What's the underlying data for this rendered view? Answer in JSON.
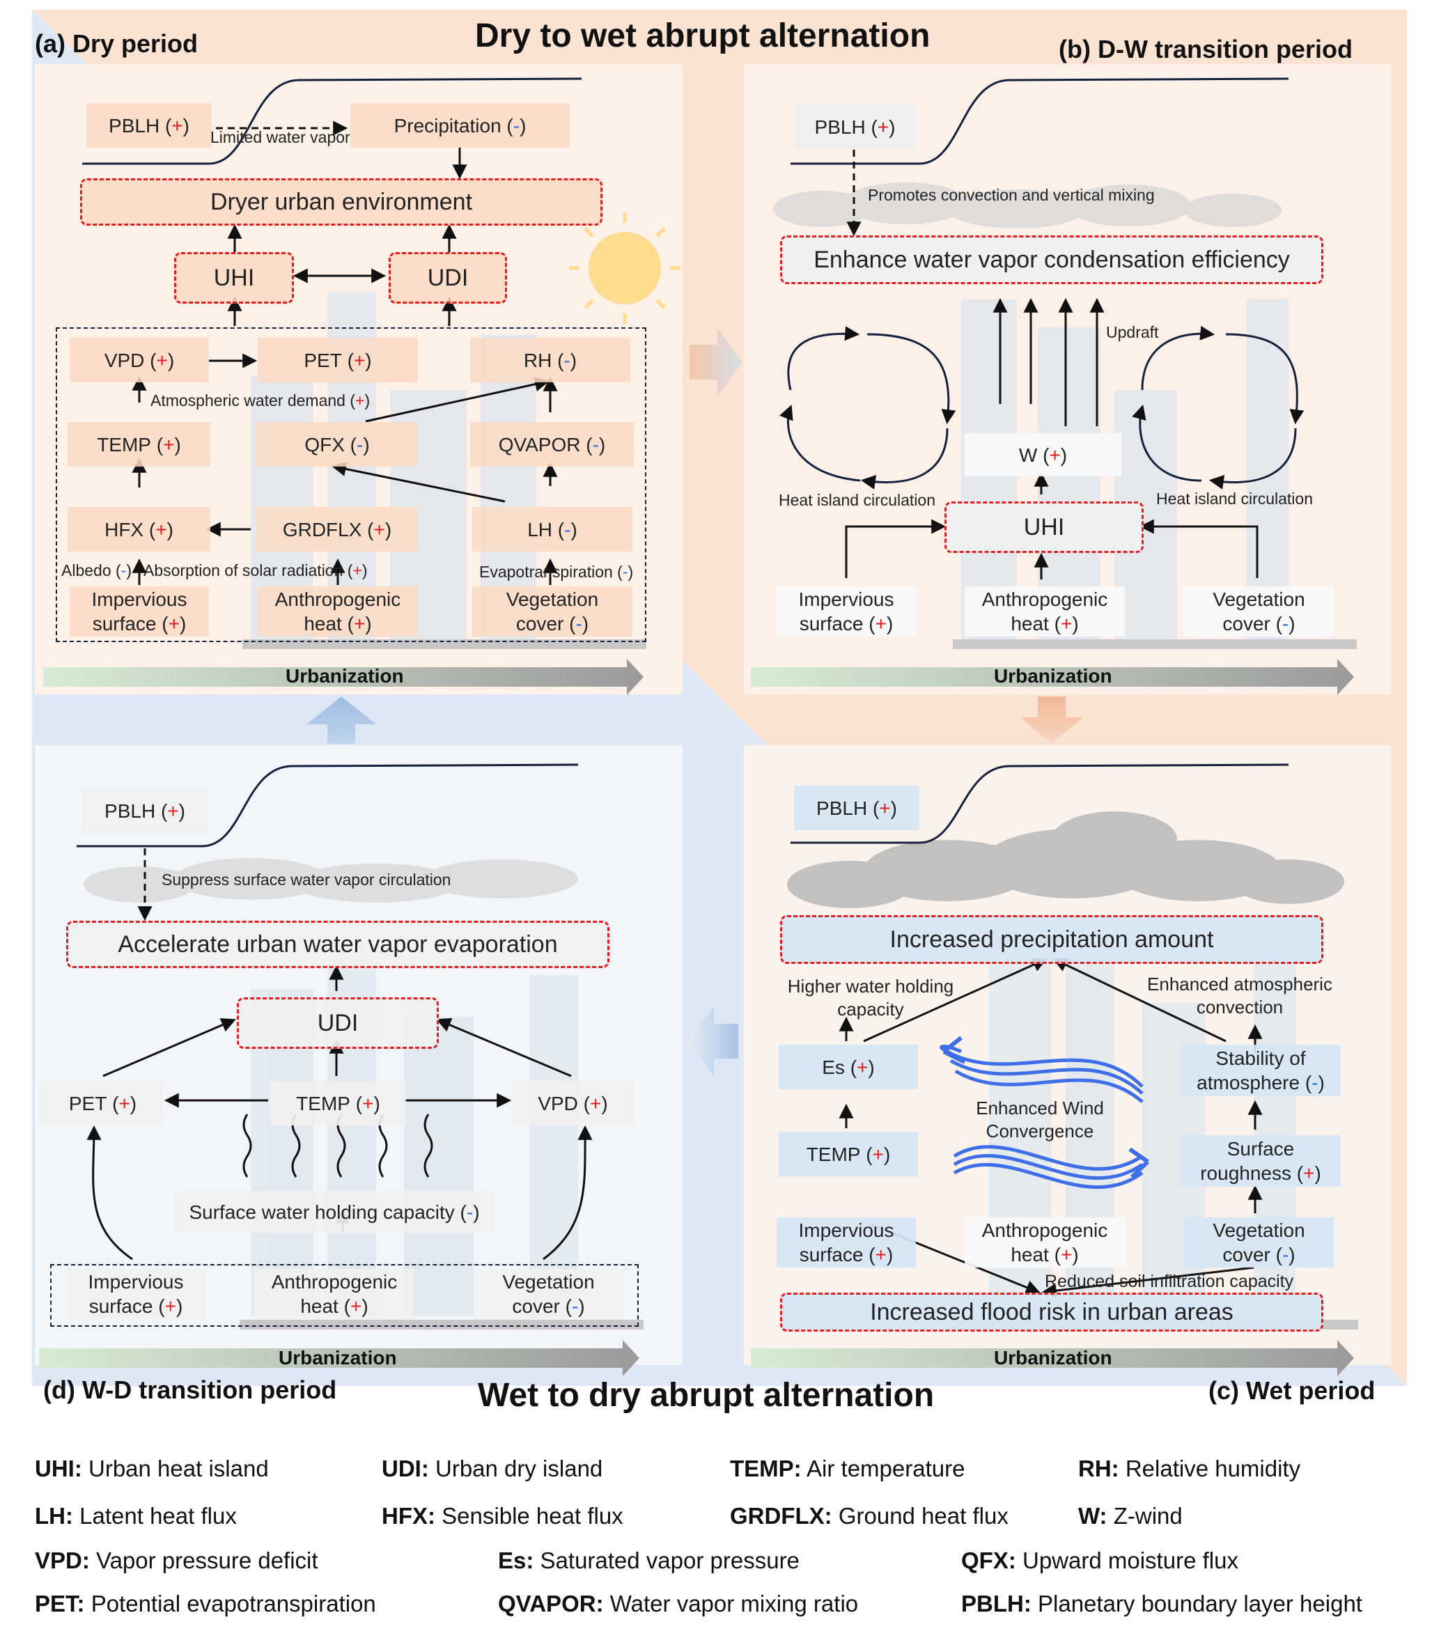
{
  "titles": {
    "top": "Dry to wet abrupt alternation",
    "bottom": "Wet to dry abrupt alternation"
  },
  "panels": {
    "a": {
      "title": "(a) Dry period",
      "pblh": "PBLH",
      "precipitation": "Precipitation",
      "limited_water_vapor": "Limited water vapor",
      "dryer_env": "Dryer urban environment",
      "uhi": "UHI",
      "udi": "UDI",
      "vpd": "VPD",
      "pet": "PET",
      "rh": "RH",
      "atm_water_demand": "Atmospheric water demand",
      "temp": "TEMP",
      "qfx": "QFX",
      "qvapor": "QVAPOR",
      "hfx": "HFX",
      "grdflx": "GRDFLX",
      "lh": "LH",
      "albedo": "Albedo",
      "absorption": "Absorption of solar radiation",
      "evapotranspiration": "Evapotranspiration",
      "impervious_1": "Impervious",
      "impervious_2": "surface",
      "anthro_1": "Anthropogenic",
      "anthro_2": "heat",
      "veg_1": "Vegetation",
      "veg_2": "cover",
      "urbanization": "Urbanization"
    },
    "b": {
      "title": "(b) D-W transition period",
      "pblh": "PBLH",
      "promotes": "Promotes convection and vertical mixing",
      "enhance": "Enhance water vapor condensation efficiency",
      "updraft": "Updraft",
      "w": "W",
      "uhi": "UHI",
      "heat_island_left": "Heat island circulation",
      "heat_island_right": "Heat island circulation",
      "impervious_1": "Impervious",
      "impervious_2": "surface",
      "anthro_1": "Anthropogenic",
      "anthro_2": "heat",
      "veg_1": "Vegetation",
      "veg_2": "cover",
      "urbanization": "Urbanization"
    },
    "c": {
      "title": "(c) Wet period",
      "pblh": "PBLH",
      "increased_precip": "Increased precipitation amount",
      "higher_whc_1": "Higher water holding",
      "higher_whc_2": "capacity",
      "enhanced_conv_1": "Enhanced atmospheric",
      "enhanced_conv_2": "convection",
      "es": "Es",
      "stability_1": "Stability of",
      "stability_2": "atmosphere",
      "enhanced_wind_1": "Enhanced Wind",
      "enhanced_wind_2": "Convergence",
      "temp": "TEMP",
      "surface_rough_1": "Surface",
      "surface_rough_2": "roughness",
      "impervious_1": "Impervious",
      "impervious_2": "surface",
      "anthro_1": "Anthropogenic",
      "anthro_2": "heat",
      "veg_1": "Vegetation",
      "veg_2": "cover",
      "reduced_soil": "Reduced soil infiltration capacity",
      "flood": "Increased flood risk in urban areas",
      "urbanization": "Urbanization"
    },
    "d": {
      "title": "(d) W-D transition period",
      "pblh": "PBLH",
      "suppress": "Suppress surface water vapor circulation",
      "accelerate": "Accelerate urban water vapor evaporation",
      "udi": "UDI",
      "pet": "PET",
      "temp": "TEMP",
      "vpd": "VPD",
      "surface_whc": "Surface water holding capacity",
      "impervious_1": "Impervious",
      "impervious_2": "surface",
      "anthro_1": "Anthropogenic",
      "anthro_2": "heat",
      "veg_1": "Vegetation",
      "veg_2": "cover",
      "urbanization": "Urbanization"
    }
  },
  "signs": {
    "plus": "(+)",
    "minus": "(-)",
    "open": "(",
    "close": ")",
    "p": "+",
    "m": "-"
  },
  "legend": {
    "uhi_k": "UHI:",
    "uhi_v": "Urban heat island",
    "udi_k": "UDI:",
    "udi_v": "Urban dry island",
    "temp_k": "TEMP:",
    "temp_v": "Air temperature",
    "rh_k": "RH:",
    "rh_v": "Relative humidity",
    "lh_k": "LH:",
    "lh_v": "Latent heat flux",
    "hfx_k": "HFX:",
    "hfx_v": "Sensible heat flux",
    "grd_k": "GRDFLX:",
    "grd_v": "Ground heat flux",
    "w_k": "W:",
    "w_v": "Z-wind",
    "vpd_k": "VPD:",
    "vpd_v": "Vapor pressure deficit",
    "es_k": "Es:",
    "es_v": "Saturated vapor pressure",
    "qfx_k": "QFX:",
    "qfx_v": "Upward moisture flux",
    "pet_k": "PET:",
    "pet_v": "Potential evapotranspiration",
    "qv_k": "QVAPOR:",
    "qv_v": "Water vapor mixing ratio",
    "pblh_k": "PBLH:",
    "pblh_v": "Planetary boundary layer height"
  },
  "colors": {
    "warm_bg": "#fbe3d3",
    "cool_bg": "#dde8f4",
    "red": "#e02020",
    "blue": "#2a6fd0",
    "wind": "#3e6ee8"
  }
}
